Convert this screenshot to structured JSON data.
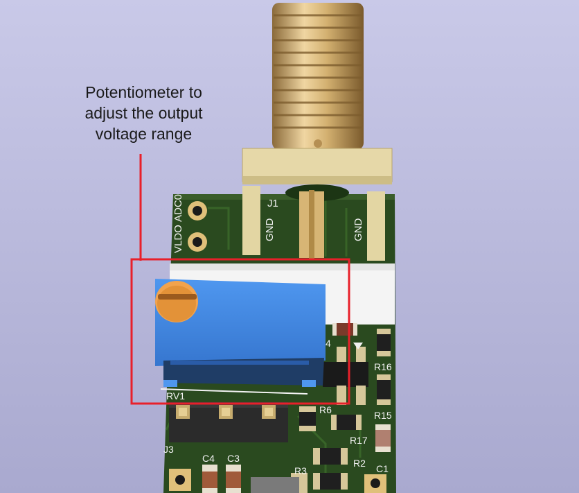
{
  "annotation": {
    "lines": [
      "Potentiometer to",
      "adjust the output",
      "voltage range"
    ],
    "highlight_color": "#e8202a"
  },
  "board": {
    "pad_labels": [
      "VLDO",
      "ADC0"
    ],
    "connector_labels": [
      "J1",
      "GND",
      "GND"
    ],
    "component_labels": {
      "rv1": "RV1",
      "j3": "J3",
      "r6": "R6",
      "r16": "R16",
      "r15": "R15",
      "r17": "R17",
      "r2": "R2",
      "r3": "R3",
      "c4": "C4",
      "c3": "C3",
      "c1": "C1",
      "partial_4": "4"
    },
    "colors": {
      "pcb": "#2a4a1f",
      "potentiometer": "#3f86e0",
      "trimmer_screw": "#f2a34d",
      "gold": "#d9b374"
    }
  }
}
